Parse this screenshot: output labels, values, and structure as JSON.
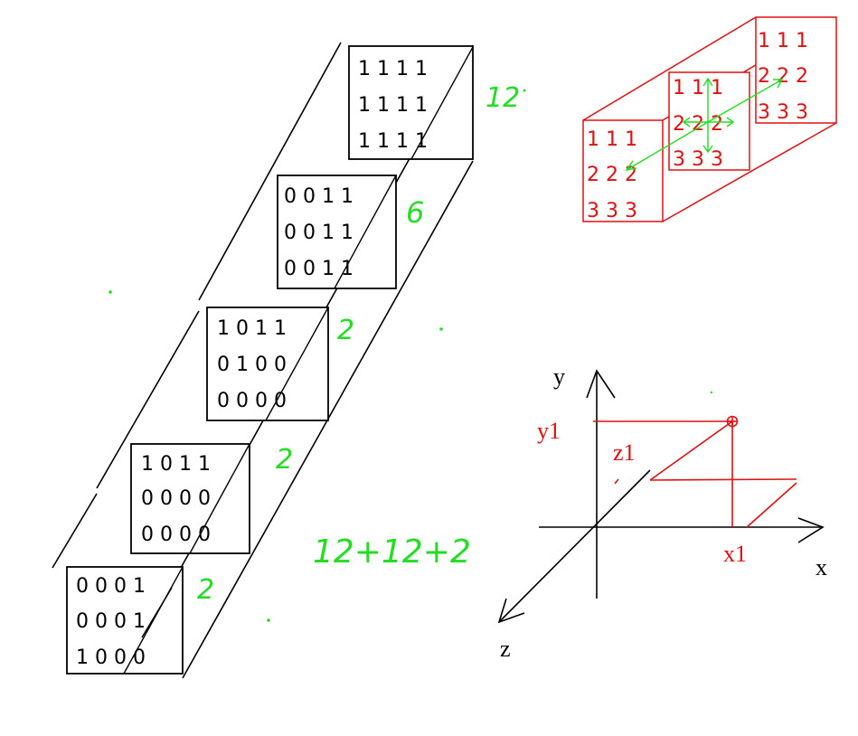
{
  "colors": {
    "ink": "#000000",
    "red": "#e01010",
    "green": "#22dd22"
  },
  "matrix_stack": {
    "matrices": [
      {
        "rows": [
          "1 1 1 1",
          "1 1 1 1",
          "1 1 1 1"
        ],
        "count": "12"
      },
      {
        "rows": [
          "0 0 1 1",
          "0 0 1 1",
          "0 0 1 1"
        ],
        "count": "6"
      },
      {
        "rows": [
          "1 0 1 1",
          "0 1 0 0",
          "0 0 0 0"
        ],
        "count": "2"
      },
      {
        "rows": [
          "1 0 1 1",
          "0 0 0 0",
          "0 0 0 0"
        ],
        "count": "2"
      },
      {
        "rows": [
          "0 0 0 1",
          "0 0 0 1",
          "1 0 0 0"
        ],
        "count": "2"
      }
    ],
    "sum_note": "12+12+2"
  },
  "cube": {
    "slices": [
      {
        "rows": [
          "1 1 1",
          "2 2 2",
          "3 3 3"
        ]
      },
      {
        "rows": [
          "1 1 1",
          "2 2 2",
          "3 3 3"
        ]
      },
      {
        "rows": [
          "1 1 1",
          "2 2 2",
          "3 3 3"
        ]
      }
    ]
  },
  "axes": {
    "x_label": "x",
    "y_label": "y",
    "z_label": "z",
    "x1_label": "x1",
    "y1_label": "y1",
    "z1_label": "z1"
  }
}
